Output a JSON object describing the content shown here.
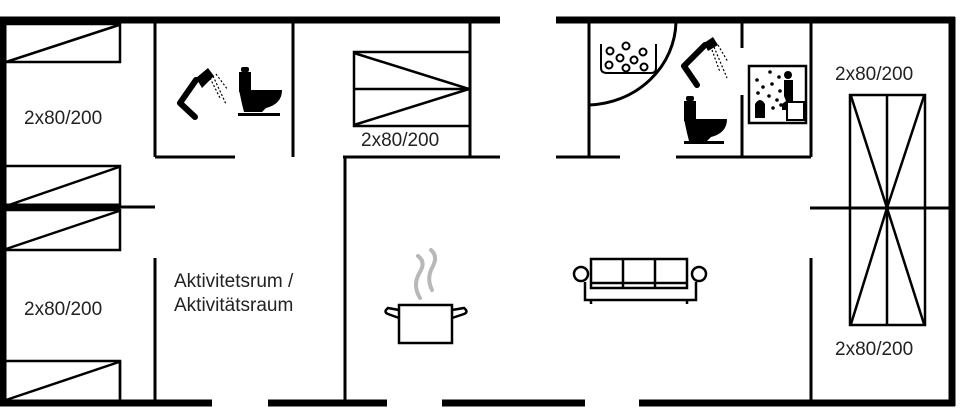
{
  "floorplan": {
    "colors": {
      "wall": "#000000",
      "background": "#ffffff",
      "text": "#222222",
      "steam": "#b8b8b8"
    },
    "bed_labels": [
      {
        "id": "bed-left-top",
        "text": "2x80/200"
      },
      {
        "id": "bed-left-bottom",
        "text": "2x80/200"
      },
      {
        "id": "bed-center-top",
        "text": "2x80/200"
      },
      {
        "id": "bed-right-top",
        "text": "2x80/200"
      },
      {
        "id": "bed-right-bottom",
        "text": "2x80/200"
      }
    ],
    "rooms": {
      "activity_room": {
        "line1": "Aktivitetsrum /",
        "line2": "Aktivitätsraum"
      }
    },
    "icons": [
      "shower-icon",
      "toilet-icon",
      "whirlpool-icon",
      "sauna-icon",
      "cooking-pot-icon",
      "sofa-icon"
    ]
  }
}
